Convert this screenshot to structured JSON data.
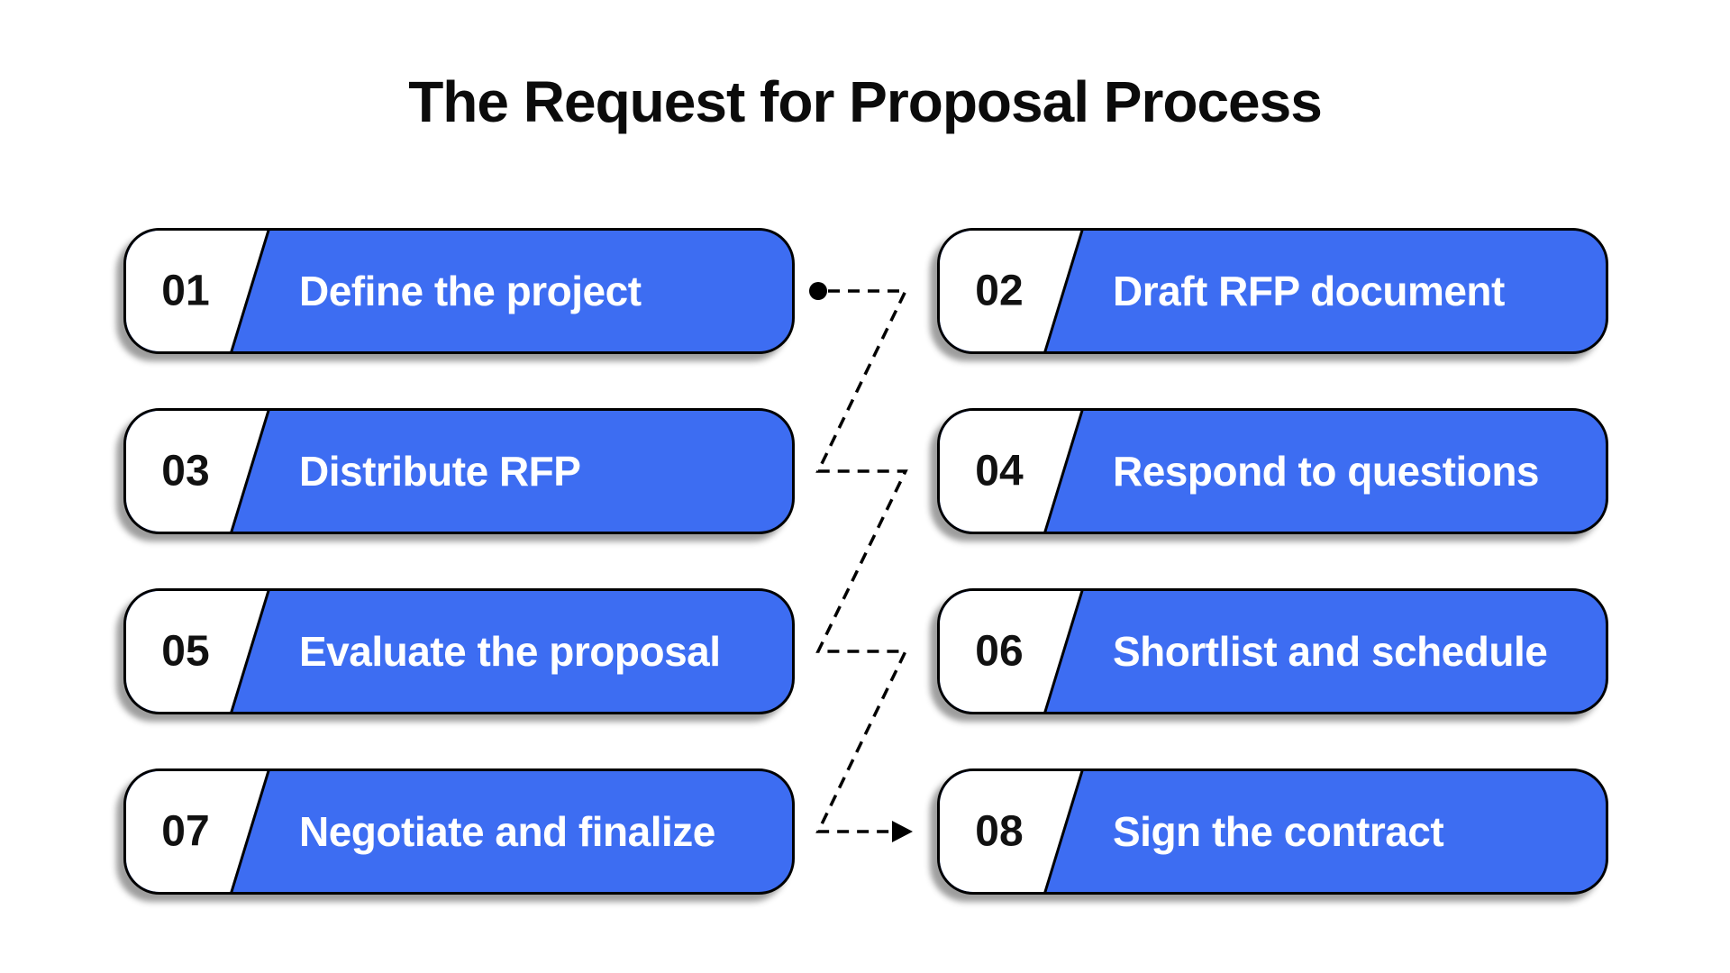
{
  "title": "The Request for Proposal Process",
  "steps": [
    {
      "number": "01",
      "label": "Define the project"
    },
    {
      "number": "02",
      "label": "Draft RFP document"
    },
    {
      "number": "03",
      "label": "Distribute RFP"
    },
    {
      "number": "04",
      "label": "Respond to questions"
    },
    {
      "number": "05",
      "label": "Evaluate the proposal"
    },
    {
      "number": "06",
      "label": "Shortlist and schedule"
    },
    {
      "number": "07",
      "label": "Negotiate and finalize"
    },
    {
      "number": "08",
      "label": "Sign the contract"
    }
  ],
  "connector": {
    "style": "dashed-zigzag",
    "start_marker": "dot",
    "end_marker": "arrow-right"
  },
  "colors": {
    "accent_blue": "#3d6df2",
    "outline_black": "#000000",
    "label_text": "#ffffff",
    "number_text": "#111111",
    "background": "#ffffff"
  }
}
